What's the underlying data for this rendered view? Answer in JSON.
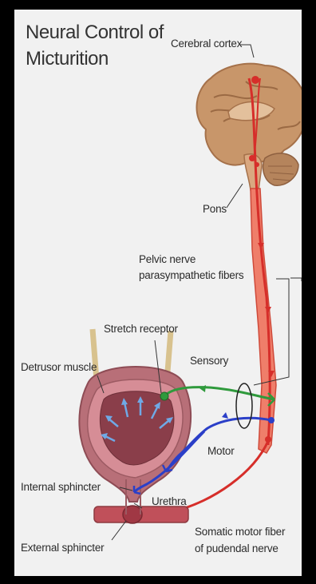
{
  "title_line1": "Neural Control of",
  "title_line2": "Micturition",
  "labels": {
    "cerebral_cortex": "Cerebral cortex",
    "pons": "Pons",
    "pelvic_nerve": "Pelvic nerve",
    "parasympathetic_fibers": "parasympathetic fibers",
    "stretch_receptor": "Stretch receptor",
    "detrusor_muscle": "Detrusor muscle",
    "sensory": "Sensory",
    "motor": "Motor",
    "internal_sphincter": "Internal sphincter",
    "urethra": "Urethra",
    "external_sphincter": "External sphincter",
    "somatic_line1": "Somatic motor fiber",
    "somatic_line2": "of pudendal nerve"
  },
  "colors": {
    "spinal_red": "#d62e2a",
    "sensory_green": "#2f9a3c",
    "motor_blue": "#2b3fc8",
    "brain": "#c8966a",
    "bladder": "#b86f78"
  }
}
